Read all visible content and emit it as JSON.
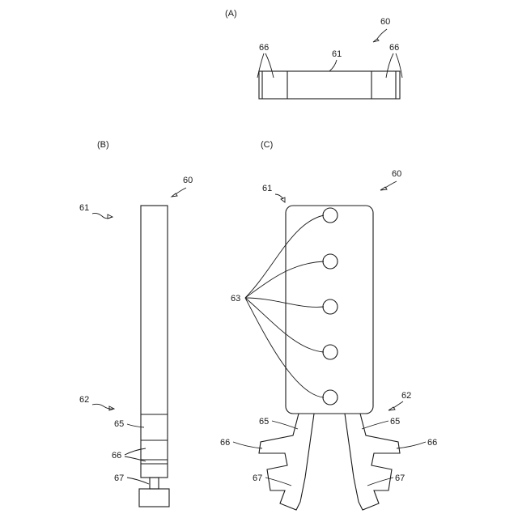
{
  "figure_labels": {
    "a": "(A)",
    "b": "(B)",
    "c": "(C)"
  },
  "ref": {
    "assembly": "60",
    "body": "61",
    "arm": "62",
    "hole": "63",
    "arm_segment": "65",
    "hook": "66",
    "tip": "67"
  },
  "colors": {
    "line": "#1a1a1a",
    "background": "#ffffff"
  }
}
